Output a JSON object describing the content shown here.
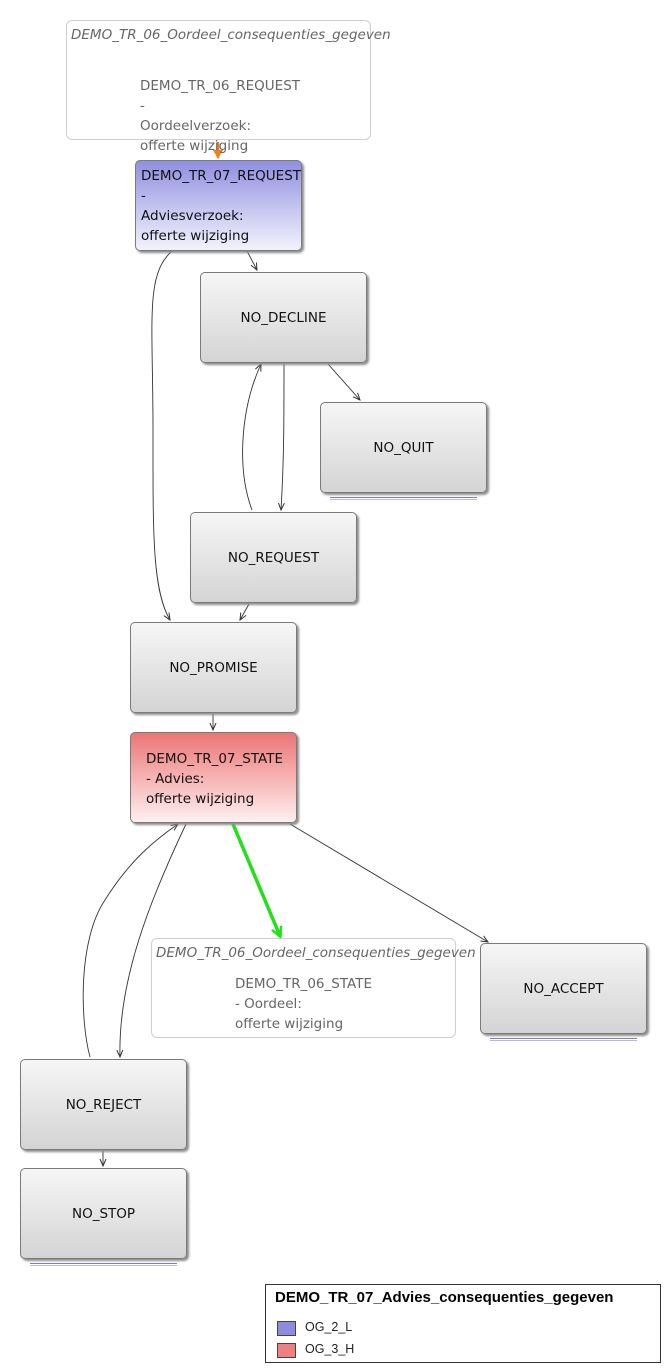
{
  "diagram": {
    "top_external": {
      "title": "DEMO_TR_06_Oordeel_consequenties_gegeven",
      "text": "DEMO_TR_06_REQUEST\n-\nOordeelverzoek:\nofferte wijziging"
    },
    "request_node": "DEMO_TR_07_REQUEST\n-\nAdviesverzoek:\nofferte wijziging",
    "no_decline": "NO_DECLINE",
    "no_quit": "NO_QUIT",
    "no_request": "NO_REQUEST",
    "no_promise": "NO_PROMISE",
    "state_node": "DEMO_TR_07_STATE\n- Advies:\nofferte wijziging",
    "bottom_external": {
      "title": "DEMO_TR_06_Oordeel_consequenties_gegeven",
      "text": "DEMO_TR_06_STATE\n- Oordeel:\nofferte wijziging"
    },
    "no_accept": "NO_ACCEPT",
    "no_reject": "NO_REJECT",
    "no_stop": "NO_STOP"
  },
  "legend": {
    "title": "DEMO_TR_07_Advies_consequenties_gegeven",
    "items": [
      {
        "label": "OG_2_L",
        "color": "#8c8ce0"
      },
      {
        "label": "OG_3_H",
        "color": "#f08080"
      }
    ]
  },
  "colors": {
    "edge": "#333333",
    "highlight_edge_orange": "#f08018",
    "highlight_edge_green": "#22e01a"
  }
}
